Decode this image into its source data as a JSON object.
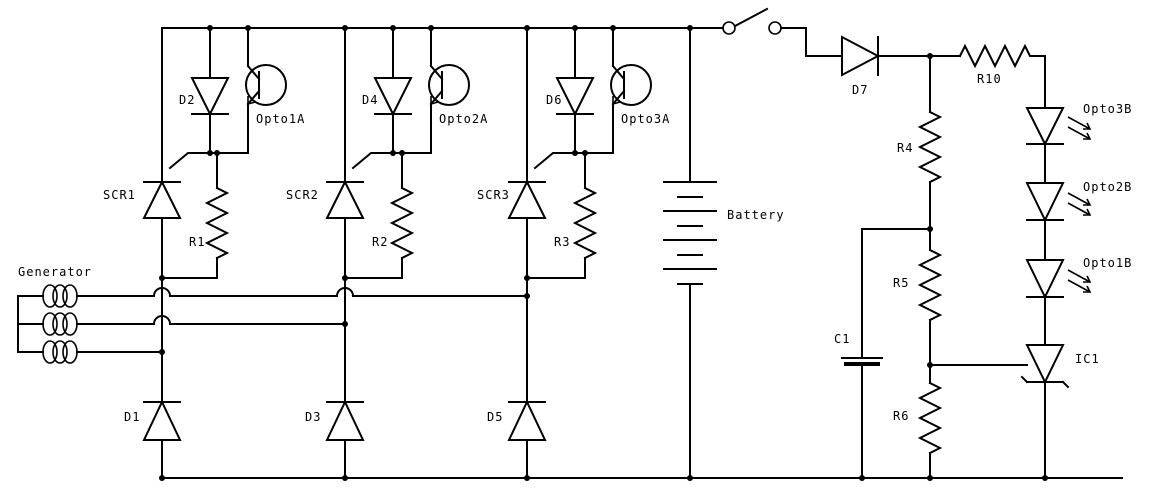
{
  "labels": {
    "D2": "D2",
    "D4": "D4",
    "D6": "D6",
    "Opto1A": "Opto1A",
    "Opto2A": "Opto2A",
    "Opto3A": "Opto3A",
    "SCR1": "SCR1",
    "SCR2": "SCR2",
    "SCR3": "SCR3",
    "R1": "R1",
    "R2": "R2",
    "R3": "R3",
    "Battery": "Battery",
    "D7": "D7",
    "R10": "R10",
    "R4": "R4",
    "R5": "R5",
    "R6": "R6",
    "C1": "C1",
    "Opto3B": "Opto3B",
    "Opto2B": "Opto2B",
    "Opto1B": "Opto1B",
    "IC1": "IC1",
    "Generator": "Generator",
    "D1": "D1",
    "D3": "D3",
    "D5": "D5"
  }
}
